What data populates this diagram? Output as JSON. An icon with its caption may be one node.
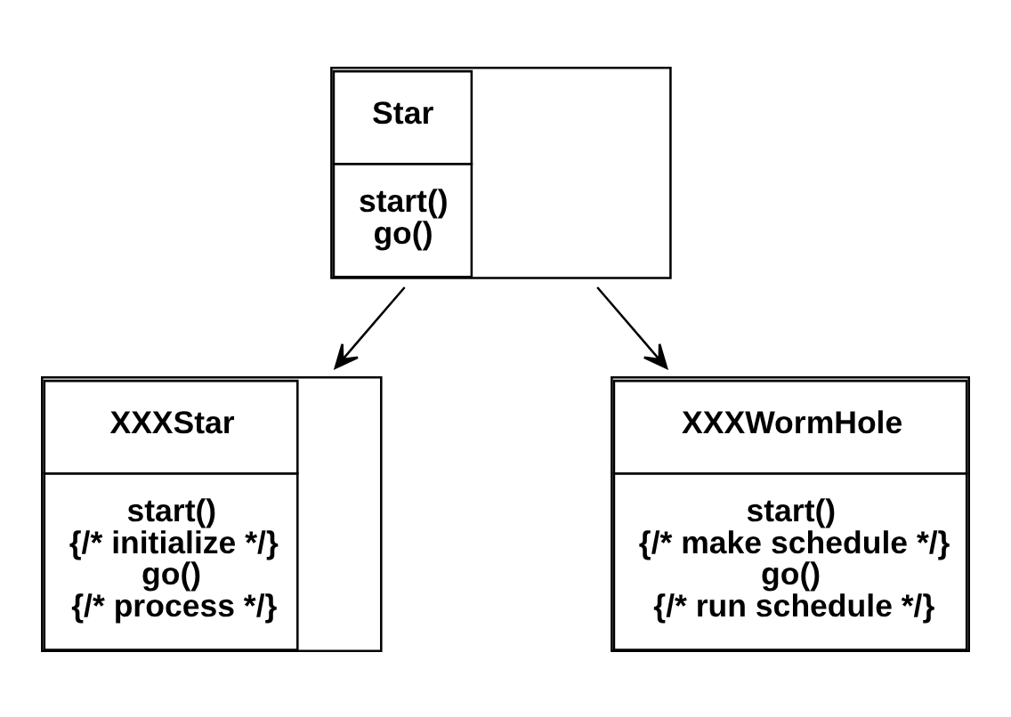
{
  "diagram": {
    "nodes": [
      {
        "text": [
          "Star",
          "start()",
          "go()"
        ]
      },
      {
        "text": [
          "XXXStar",
          "start()",
          "{/* initialize */}",
          "go()",
          "{/* process */}"
        ]
      },
      {
        "text": [
          "XXXWormHole",
          "start()",
          "{/* make schedule */}",
          "go()",
          "{/* run schedule */}"
        ]
      }
    ],
    "edges": [
      {
        "from": 0,
        "to": 1,
        "arrow": "to"
      },
      {
        "from": 0,
        "to": 2,
        "arrow": "to"
      }
    ]
  }
}
